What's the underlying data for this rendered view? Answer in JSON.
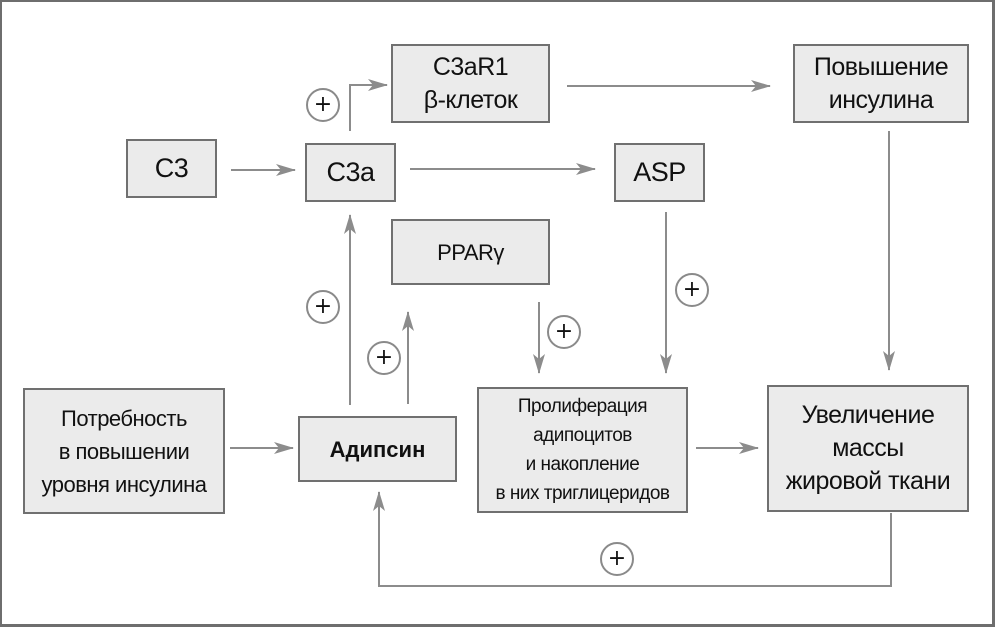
{
  "diagram": {
    "type": "flowchart",
    "language": "ru",
    "colors": {
      "node_fill": "#ebebeb",
      "node_border": "#707070",
      "arrow": "#8c8c8c",
      "text": "#111111",
      "frame": "#6e6e6e"
    },
    "nodes": {
      "c3": "C3",
      "c3a": "C3a",
      "c3ar1": "C3aR1\nβ-клеток",
      "insulin_increase": "Повышение\nинсулина",
      "asp": "ASP",
      "ppar": "PPARγ",
      "need": "Потребность\nв повышении\nуровня инсулина",
      "adipsin": "Адипсин",
      "proliferation": "Пролиферация\nадипоцитов\nи накопление\nв них триглицеридов",
      "fat_mass": "Увеличение\nмассы\nжировой ткани"
    },
    "plus_label": "+",
    "edges": [
      {
        "from": "C3",
        "to": "C3a",
        "sign": ""
      },
      {
        "from": "C3a",
        "to": "C3aR1 β-клеток",
        "sign": "+"
      },
      {
        "from": "C3aR1 β-клеток",
        "to": "Повышение инсулина",
        "sign": ""
      },
      {
        "from": "C3a",
        "to": "ASP",
        "sign": ""
      },
      {
        "from": "Адипсин",
        "to": "C3a",
        "sign": "+"
      },
      {
        "from": "Адипсин",
        "to": "PPARγ",
        "sign": "+"
      },
      {
        "from": "PPARγ",
        "to": "Пролиферация адипоцитов",
        "sign": "+"
      },
      {
        "from": "ASP",
        "to": "Пролиферация адипоцитов",
        "sign": "+"
      },
      {
        "from": "Повышение инсулина",
        "to": "Увеличение массы жировой ткани",
        "sign": ""
      },
      {
        "from": "Потребность в повышении уровня инсулина",
        "to": "Адипсин",
        "sign": ""
      },
      {
        "from": "Пролиферация адипоцитов",
        "to": "Увеличение массы жировой ткани",
        "sign": ""
      },
      {
        "from": "Увеличение массы жировой ткани",
        "to": "Адипсин",
        "sign": "+"
      }
    ]
  }
}
